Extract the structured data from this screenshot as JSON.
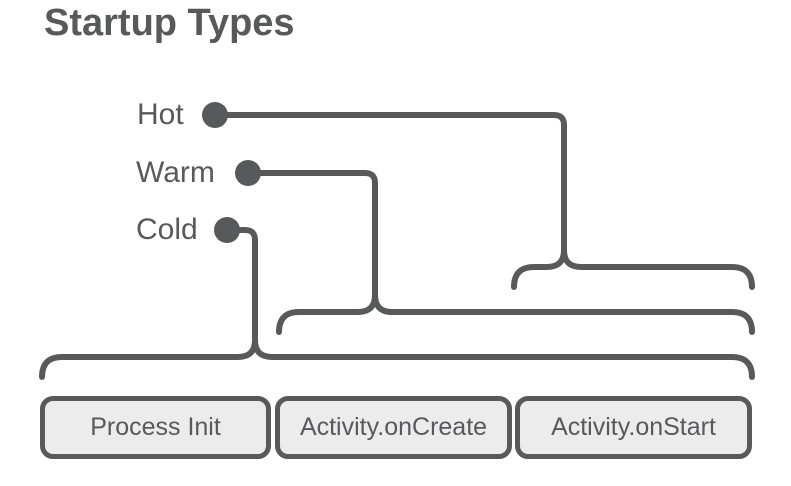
{
  "title": "Startup Types",
  "colors": {
    "stroke": "#58595b",
    "box_fill": "#ececec",
    "background": "#ffffff"
  },
  "startup_types": [
    {
      "label": "Hot",
      "spans_stages": [
        "Activity.onStart"
      ]
    },
    {
      "label": "Warm",
      "spans_stages": [
        "Activity.onCreate",
        "Activity.onStart"
      ]
    },
    {
      "label": "Cold",
      "spans_stages": [
        "Process Init",
        "Activity.onCreate",
        "Activity.onStart"
      ]
    }
  ],
  "stages": [
    {
      "label": "Process Init"
    },
    {
      "label": "Activity.onCreate"
    },
    {
      "label": "Activity.onStart"
    }
  ]
}
